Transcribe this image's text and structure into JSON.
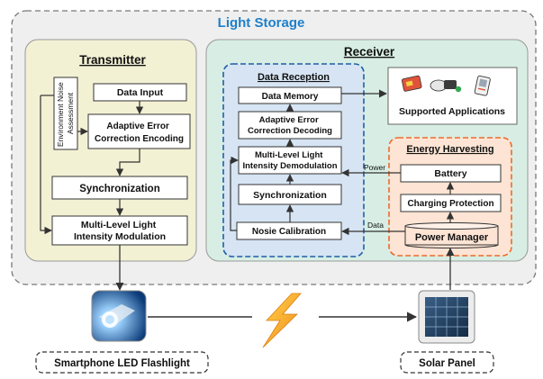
{
  "title": "Light Storage",
  "transmitter": {
    "title": "Transmitter",
    "env_noise_lines": [
      "Environment Noise",
      "Assessment"
    ],
    "data_input": "Data Input",
    "adaptive_encoding_lines": [
      "Adaptive Error",
      "Correction Encoding"
    ],
    "synchronization": "Synchronization",
    "modulation_lines": [
      "Multi-Level Light",
      "Intensity Modulation"
    ]
  },
  "receiver": {
    "title": "Receiver",
    "data_reception": {
      "title": "Data Reception",
      "data_memory": "Data Memory",
      "adaptive_decoding_lines": [
        "Adaptive Error",
        "Correction Decoding"
      ],
      "demodulation_lines": [
        "Multi-Level Light",
        "Intensity Demodulation"
      ],
      "synchronization": "Synchronization",
      "noise_calibration": "Nosie Calibration"
    },
    "supported_applications": "Supported Applications",
    "energy_harvesting": {
      "title": "Energy Harvesting",
      "battery": "Battery",
      "charging_protection": "Charging Protection",
      "power_manager": "Power Manager"
    },
    "power_label": "Power",
    "data_label": "Data"
  },
  "devices": {
    "flashlight": "Smartphone LED Flashlight",
    "solar_panel": "Solar Panel"
  },
  "colors": {
    "title_blue": "#1e7fc9",
    "transmitter_fill": "#f3f1d4",
    "receiver_fill": "#d8eee4",
    "data_reception_fill": "#d6e4f3",
    "data_reception_border": "#1f5fa8",
    "energy_fill": "#fde4d4",
    "energy_border": "#ec6b2d",
    "lightning": "#f5a623"
  }
}
